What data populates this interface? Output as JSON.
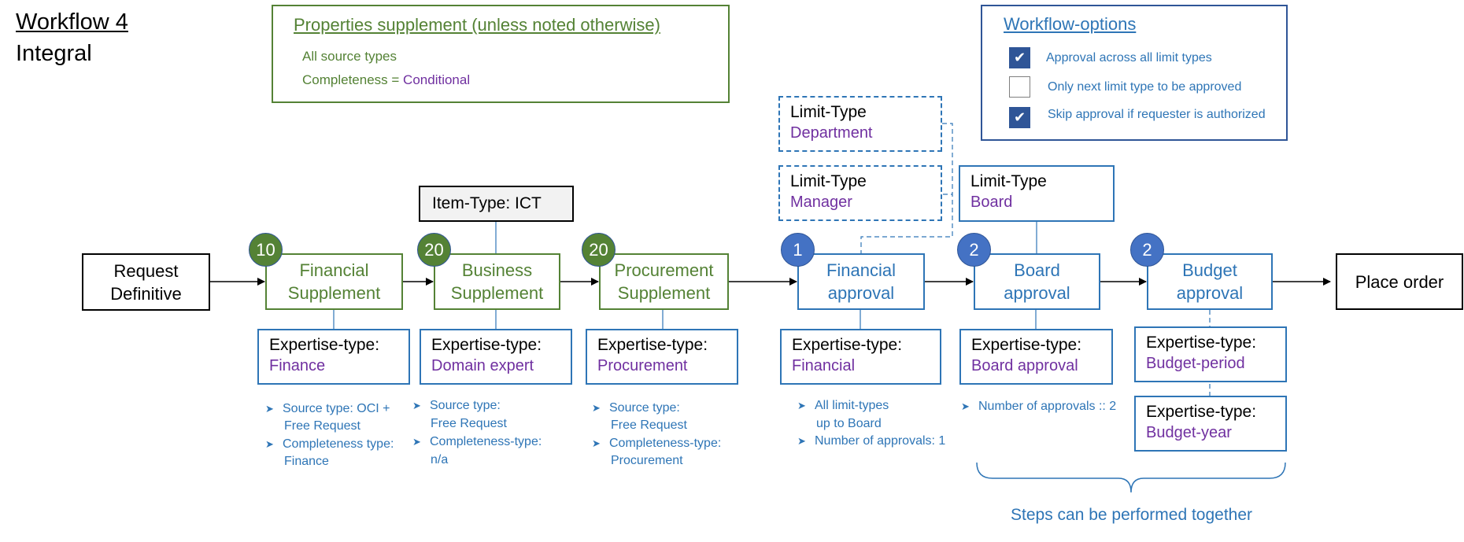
{
  "title": {
    "line1": "Workflow 4",
    "line2": "Integral"
  },
  "properties": {
    "title": "Properties supplement (unless noted otherwise)",
    "line1": "All source types",
    "line2_label": "Completeness = ",
    "line2_value": "Conditional"
  },
  "workflow_options": {
    "title": "Workflow-options",
    "items": [
      {
        "label": "Approval across all limit types",
        "checked": true
      },
      {
        "label": "Only next limit type to be approved",
        "checked": false
      },
      {
        "label": "Skip approval if requester is authorized",
        "checked": true
      }
    ]
  },
  "start": {
    "line1": "Request",
    "line2": "Definitive"
  },
  "end": {
    "label": "Place order"
  },
  "steps": [
    {
      "badge": "10",
      "line1": "Financial",
      "line2": "Supplement"
    },
    {
      "badge": "20",
      "line1": "Business",
      "line2": "Supplement"
    },
    {
      "badge": "20",
      "line1": "Procurement",
      "line2": "Supplement"
    },
    {
      "badge": "1",
      "line1": "Financial",
      "line2": "approval"
    },
    {
      "badge": "2",
      "line1": "Board",
      "line2": "approval"
    },
    {
      "badge": "2",
      "line1": "Budget",
      "line2": "approval"
    }
  ],
  "item_type": "Item-Type: ICT",
  "limit_types": [
    {
      "label": "Limit-Type",
      "value": "Department"
    },
    {
      "label": "Limit-Type",
      "value": "Manager"
    },
    {
      "label": "Limit-Type",
      "value": "Board"
    }
  ],
  "expertise": [
    {
      "label": "Expertise-type:",
      "value": "Finance"
    },
    {
      "label": "Expertise-type:",
      "value": "Domain expert"
    },
    {
      "label": "Expertise-type:",
      "value": "Procurement"
    },
    {
      "label": "Expertise-type:",
      "value": "Financial"
    },
    {
      "label": "Expertise-type:",
      "value": "Board approval"
    },
    {
      "label": "Expertise-type:",
      "value": "Budget-period"
    },
    {
      "label": "Expertise-type:",
      "value": "Budget-year"
    }
  ],
  "notes": {
    "finance": {
      "b1_line1": "Source type: OCI +",
      "b1_line2": "Free Request",
      "b2_line1": "Completeness type:",
      "b2_line2": "Finance"
    },
    "business": {
      "b1_line1": "Source type:",
      "b1_line2": "Free Request",
      "b2_line1": "Completeness-type:",
      "b2_line2": "n/a"
    },
    "procurement": {
      "b1_line1": "Source type:",
      "b1_line2": "Free Request",
      "b2_line1": "Completeness-type:",
      "b2_line2": "Procurement"
    },
    "financial": {
      "b1_line1": "All limit-types",
      "b1_line2": "up to Board",
      "b2_line1": "Number of approvals: 1"
    },
    "board": {
      "b1_line1": "Number of approvals :: 2"
    }
  },
  "steps_together": "Steps can be performed together",
  "colors": {
    "green": "#548235",
    "blue": "#2E75B6",
    "dark_blue": "#2F5597",
    "purple": "#7030A0"
  }
}
